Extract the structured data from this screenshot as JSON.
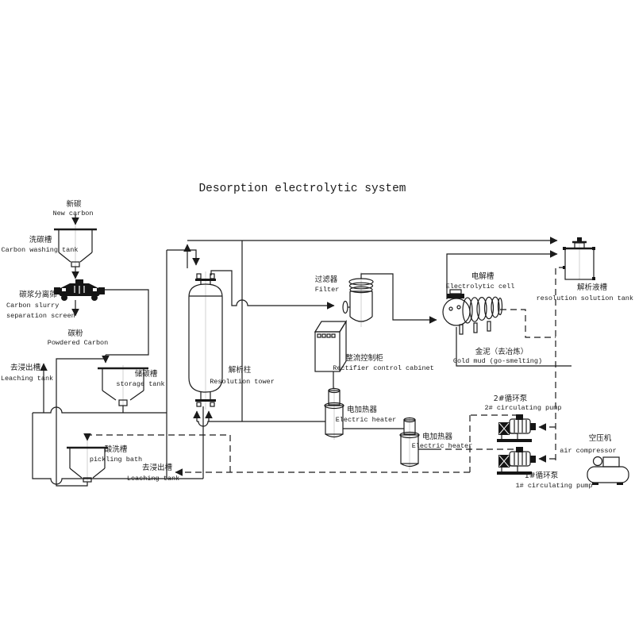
{
  "title": "Desorption electrolytic system",
  "colors": {
    "background": "#ffffff",
    "line": "#1b1b1b"
  },
  "labels": {
    "new_carbon": {
      "zh": "新碳",
      "en": "New carbon"
    },
    "carbon_washing_tank": {
      "zh": "洗碳槽",
      "en": "Carbon washing tank"
    },
    "separation_screen": {
      "zh": "碳浆分离筛",
      "en1": "Carbon slurry",
      "en2": "separation screen"
    },
    "powdered_carbon": {
      "zh": "碳粉",
      "en": "Powdered Carbon"
    },
    "leaching_tank_left": {
      "zh": "去浸出槽",
      "en": "Leaching tank"
    },
    "storage_tank": {
      "zh": "储碳槽",
      "en": "storage tank"
    },
    "pickling_bath": {
      "zh": "酸洗槽",
      "en": "pickling bath"
    },
    "leaching_tank_bottom": {
      "zh": "去浸出槽",
      "en": "Leaching tank"
    },
    "resolution_tower": {
      "zh": "解析柱",
      "en": "Resolution tower"
    },
    "filter": {
      "zh": "过滤器",
      "en": "Filter"
    },
    "rectifier_control_cabinet": {
      "zh": "整流控制柜",
      "en": "Rectifier control cabinet"
    },
    "electrolytic_cell": {
      "zh": "电解槽",
      "en": "Electrolytic cell"
    },
    "gold_mud": {
      "zh": "金泥（去冶炼）",
      "en": "Gold mud (go-smelting)"
    },
    "resolution_solution_tank": {
      "zh": "解析液槽",
      "en": "resolution solution tank"
    },
    "electric_heater_1": {
      "zh": "电加热器",
      "en": "Electric heater"
    },
    "electric_heater_2": {
      "zh": "电加热器",
      "en": "Electric heater"
    },
    "circulating_pump_2": {
      "zh": "2#循环泵",
      "en": "2# circulating pump"
    },
    "circulating_pump_1": {
      "zh": "1#循环泵",
      "en": "1# circulating pump"
    },
    "air_compressor": {
      "zh": "空压机",
      "en": "air compressor"
    }
  }
}
